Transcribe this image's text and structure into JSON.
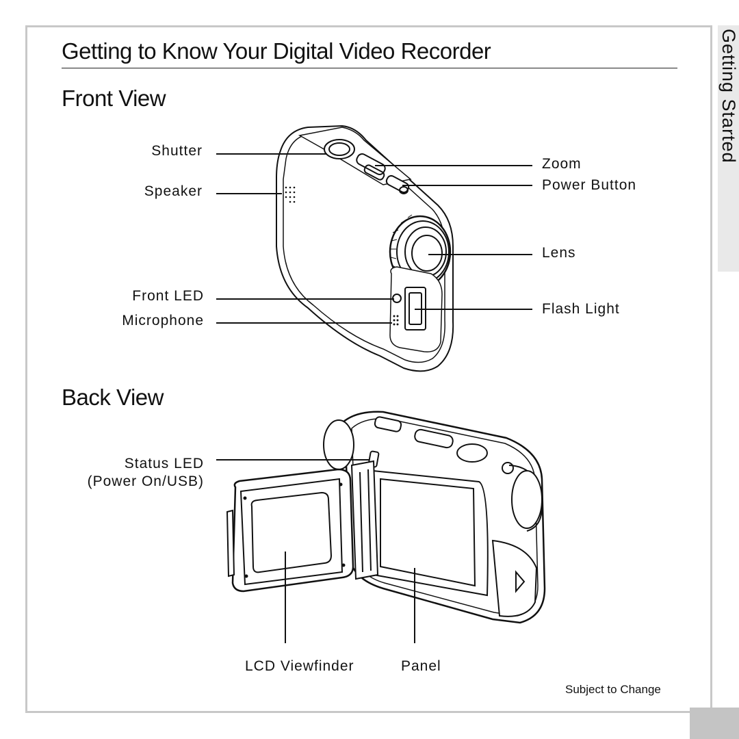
{
  "header": {
    "title": "Getting to Know Your Digital Video Recorder",
    "side_tab": "Getting Started"
  },
  "front_view": {
    "heading": "Front View",
    "labels": {
      "shutter": "Shutter",
      "speaker": "Speaker",
      "front_led": "Front LED",
      "microphone": "Microphone",
      "zoom": "Zoom",
      "power_button": "Power Button",
      "lens": "Lens",
      "flash_light": "Flash Light"
    }
  },
  "back_view": {
    "heading": "Back View",
    "labels": {
      "status_led_line1": "Status LED",
      "status_led_line2": "(Power On/USB)",
      "lcd_viewfinder": "LCD Viewfinder",
      "panel": "Panel"
    }
  },
  "footer": {
    "note": "Subject to Change"
  },
  "icons": [
    "camcorder-front-illustration",
    "camcorder-back-illustration"
  ]
}
